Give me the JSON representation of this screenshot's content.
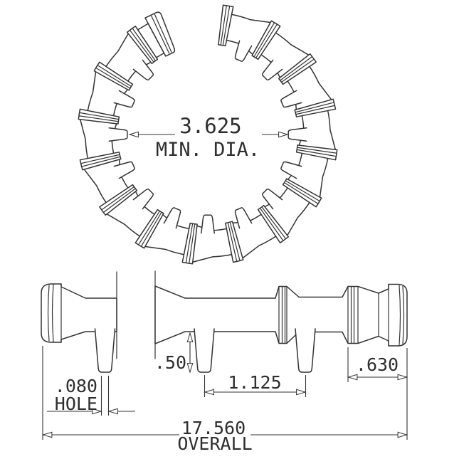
{
  "colors": {
    "line": "#333333",
    "background": "#ffffff"
  },
  "ring_view": {
    "diameter": "3.625",
    "diameter_label": "MIN. DIA."
  },
  "side_view": {
    "peg_length": ".50",
    "peg_spacing": "1.125",
    "end_cap_width": ".630",
    "hole_diameter": ".080",
    "hole_label": "HOLE",
    "overall_length": "17.560",
    "overall_label": "OVERALL"
  }
}
